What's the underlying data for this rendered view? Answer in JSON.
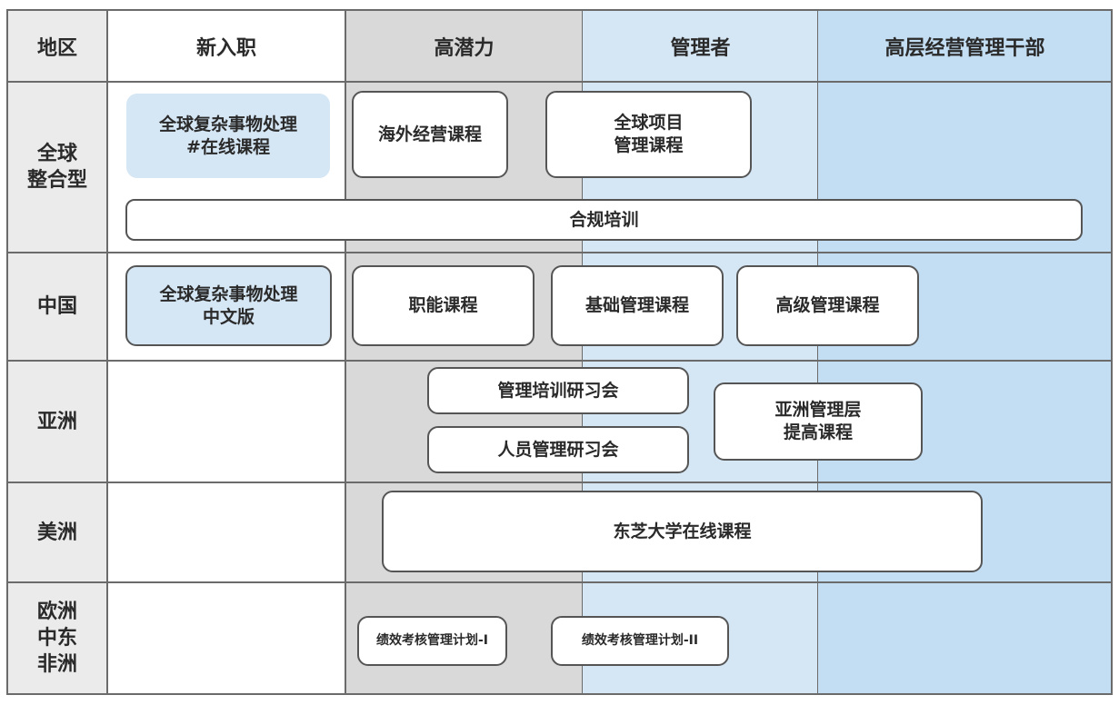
{
  "header": {
    "region": "地区",
    "new_hire": "新入职",
    "high_potential": "高潜力",
    "manager": "管理者",
    "executive": "高层经营管理干部"
  },
  "regions": {
    "global": [
      "全球",
      "整合型"
    ],
    "china": "中国",
    "asia": "亚洲",
    "americas": "美洲",
    "emea": [
      "欧洲",
      "中东",
      "非洲"
    ]
  },
  "courses": {
    "global_complex_online": [
      "全球复杂事物处理",
      "#在线课程"
    ],
    "overseas_business": "海外经营课程",
    "global_project_mgmt": [
      "全球项目",
      "管理课程"
    ],
    "compliance": "合规培训",
    "global_complex_cn": [
      "全球复杂事物处理",
      "中文版"
    ],
    "functional": "职能课程",
    "basic_mgmt": "基础管理课程",
    "advanced_mgmt": "高级管理课程",
    "mgmt_training_seminar": "管理培训研习会",
    "people_mgmt_seminar": "人员管理研习会",
    "asia_mgmt_upgrade": [
      "亚洲管理层",
      "提高课程"
    ],
    "toshiba_univ_online": "东芝大学在线课程",
    "perf_mgmt_1": "绩效考核管理计划-I",
    "perf_mgmt_2": "绩效考核管理计划-II"
  },
  "colors": {
    "new_hire_col": "#ffffff",
    "high_potential_col": "#d9d9da",
    "manager_col": "#d5e6f4",
    "executive_col": "#c3ddf2",
    "region_col": "#ebebeb",
    "grid_line": "#6b6b6b"
  }
}
